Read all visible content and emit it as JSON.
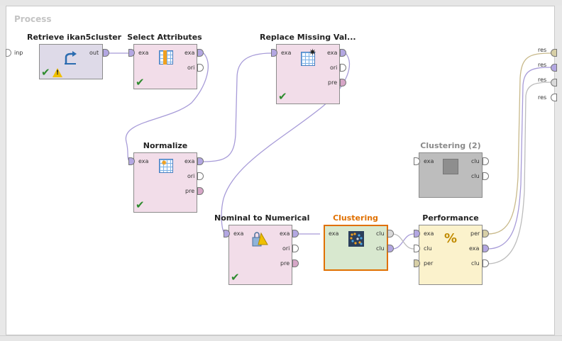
{
  "process": {
    "title": "Process"
  },
  "operators": {
    "retrieve": {
      "name": "Retrieve ikan5cluster",
      "ports_out": [
        "out"
      ]
    },
    "select": {
      "name": "Select Attributes",
      "ports_in": [
        "exa"
      ],
      "ports_out": [
        "exa",
        "ori"
      ]
    },
    "replace": {
      "name": "Replace Missing Val...",
      "ports_in": [
        "exa"
      ],
      "ports_out": [
        "exa",
        "ori",
        "pre"
      ]
    },
    "normalize": {
      "name": "Normalize",
      "ports_in": [
        "exa"
      ],
      "ports_out": [
        "exa",
        "ori",
        "pre"
      ]
    },
    "clustering2": {
      "name": "Clustering (2)",
      "ports_in": [
        "exa"
      ],
      "ports_out": [
        "clu",
        "clu"
      ]
    },
    "nominal": {
      "name": "Nominal to Numerical",
      "ports_in": [
        "exa"
      ],
      "ports_out": [
        "exa",
        "ori",
        "pre"
      ]
    },
    "clustering": {
      "name": "Clustering",
      "ports_in": [
        "exa"
      ],
      "ports_out": [
        "clu",
        "clu"
      ]
    },
    "performance": {
      "name": "Performance",
      "ports_in": [
        "exa",
        "clu",
        "per"
      ],
      "ports_out": [
        "per",
        "exa",
        "clu"
      ]
    }
  },
  "process_ports": {
    "input": "inp",
    "results": [
      "res",
      "res",
      "res",
      "res"
    ]
  },
  "colors": {
    "selected": "#e07000",
    "example_set_port": "#b3a7e2",
    "wire_example": "#a79bd8",
    "wire_performance": "#c8b98a",
    "wire_cluster": "#bcbcbc"
  }
}
